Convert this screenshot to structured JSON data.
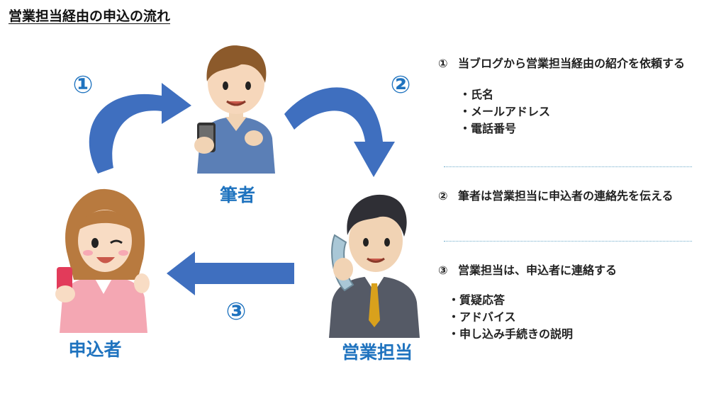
{
  "title": "営業担当経由の申込の流れ",
  "steps": [
    {
      "num": "①",
      "label": "①"
    },
    {
      "num": "②",
      "label": "②"
    },
    {
      "num": "③",
      "label": "③"
    }
  ],
  "roles": {
    "writer": "筆者",
    "applicant": "申込者",
    "sales": "営業担当"
  },
  "panel": {
    "step1": {
      "num": "①",
      "text": "当ブログから営業担当経由の紹介を依頼する",
      "bullets": [
        "・氏名",
        "・メールアドレス",
        "・電話番号"
      ]
    },
    "step2": {
      "num": "②",
      "text": "筆者は営業担当に申込者の連絡先を伝える"
    },
    "step3": {
      "num": "③",
      "text": "営業担当は、申込者に連絡する",
      "bullets": [
        "・質疑応答",
        "・アドバイス",
        "・申し込み手続きの説明"
      ]
    }
  },
  "colors": {
    "accent": "#1f73bf",
    "arrow": "#3f6fbf",
    "divider": "#6aa8c8"
  },
  "icons": [
    "writer-figure",
    "applicant-figure",
    "sales-figure",
    "curved-arrow",
    "straight-arrow"
  ]
}
